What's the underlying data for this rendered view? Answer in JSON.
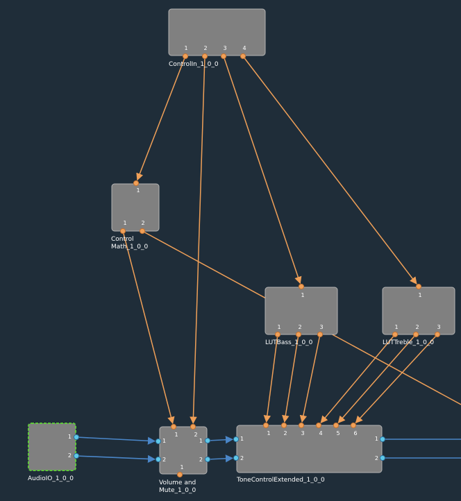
{
  "colors": {
    "background": "#1f2d39",
    "block_fill": "#808080",
    "block_stroke": "#b4b4b4",
    "control_wire": "#f0a058",
    "control_pin": "#f0a058",
    "audio_wire": "#4a86c8",
    "audio_pin": "#5ec8e8",
    "selected_outline": "#5ec83a",
    "label": "#ffffff"
  },
  "blocks": [
    {
      "id": "controlin",
      "label_lines": [
        "ControlIn_1_0_0"
      ],
      "selected": false,
      "pins": [
        {
          "id": "o1",
          "label": "1",
          "type": "control"
        },
        {
          "id": "o2",
          "label": "2",
          "type": "control"
        },
        {
          "id": "o3",
          "label": "3",
          "type": "control"
        },
        {
          "id": "o4",
          "label": "4",
          "type": "control"
        }
      ]
    },
    {
      "id": "controlmath",
      "label_lines": [
        "Control",
        "Math_1_0_0"
      ],
      "selected": false,
      "pins": [
        {
          "id": "i1",
          "label": "1",
          "type": "control"
        },
        {
          "id": "o1",
          "label": "1",
          "type": "control"
        },
        {
          "id": "o2",
          "label": "2",
          "type": "control"
        }
      ]
    },
    {
      "id": "lutbass",
      "label_lines": [
        "LUTBass_1_0_0"
      ],
      "selected": false,
      "pins": [
        {
          "id": "i1",
          "label": "1",
          "type": "control"
        },
        {
          "id": "o1",
          "label": "1",
          "type": "control"
        },
        {
          "id": "o2",
          "label": "2",
          "type": "control"
        },
        {
          "id": "o3",
          "label": "3",
          "type": "control"
        }
      ]
    },
    {
      "id": "luttreble",
      "label_lines": [
        "LUTTreble_1_0_0"
      ],
      "selected": false,
      "pins": [
        {
          "id": "i1",
          "label": "1",
          "type": "control"
        },
        {
          "id": "o1",
          "label": "1",
          "type": "control"
        },
        {
          "id": "o2",
          "label": "2",
          "type": "control"
        },
        {
          "id": "o3",
          "label": "3",
          "type": "control"
        }
      ]
    },
    {
      "id": "audioio",
      "label_lines": [
        "AudioIO_1_0_0"
      ],
      "selected": true,
      "pins": [
        {
          "id": "o1",
          "label": "1",
          "type": "audio"
        },
        {
          "id": "o2",
          "label": "2",
          "type": "audio"
        }
      ]
    },
    {
      "id": "volume",
      "label_lines": [
        "Volume and",
        "Mute_1_0_0"
      ],
      "selected": false,
      "pins": [
        {
          "id": "c1",
          "label": "1",
          "type": "control"
        },
        {
          "id": "c2",
          "label": "2",
          "type": "control"
        },
        {
          "id": "a1",
          "label": "1",
          "type": "audio"
        },
        {
          "id": "a2",
          "label": "2",
          "type": "audio"
        },
        {
          "id": "ao1",
          "label": "1",
          "type": "audio"
        },
        {
          "id": "ao2",
          "label": "2",
          "type": "audio"
        },
        {
          "id": "co1",
          "label": "1",
          "type": "control"
        }
      ]
    },
    {
      "id": "tonecontrol",
      "label_lines": [
        "ToneControlExtended_1_0_0"
      ],
      "selected": false,
      "pins": [
        {
          "id": "c1",
          "label": "1",
          "type": "control"
        },
        {
          "id": "c2",
          "label": "2",
          "type": "control"
        },
        {
          "id": "c3",
          "label": "3",
          "type": "control"
        },
        {
          "id": "c4",
          "label": "4",
          "type": "control"
        },
        {
          "id": "c5",
          "label": "5",
          "type": "control"
        },
        {
          "id": "c6",
          "label": "6",
          "type": "control"
        },
        {
          "id": "a1",
          "label": "1",
          "type": "audio"
        },
        {
          "id": "a2",
          "label": "2",
          "type": "audio"
        },
        {
          "id": "ao1",
          "label": "1",
          "type": "audio"
        },
        {
          "id": "ao2",
          "label": "2",
          "type": "audio"
        }
      ]
    }
  ],
  "connections": [
    {
      "from": "controlin.o1",
      "to": "controlmath.i1",
      "type": "control"
    },
    {
      "from": "controlin.o2",
      "to": "volume.c2",
      "type": "control"
    },
    {
      "from": "controlin.o3",
      "to": "lutbass.i1",
      "type": "control"
    },
    {
      "from": "controlin.o4",
      "to": "luttreble.i1",
      "type": "control"
    },
    {
      "from": "controlmath.o1",
      "to": "volume.c1",
      "type": "control"
    },
    {
      "from": "controlmath.o2",
      "to": "offscreen-right-1",
      "type": "control"
    },
    {
      "from": "lutbass.o1",
      "to": "tonecontrol.c1",
      "type": "control"
    },
    {
      "from": "lutbass.o2",
      "to": "tonecontrol.c2",
      "type": "control"
    },
    {
      "from": "lutbass.o3",
      "to": "tonecontrol.c3",
      "type": "control"
    },
    {
      "from": "luttreble.o1",
      "to": "tonecontrol.c4",
      "type": "control"
    },
    {
      "from": "luttreble.o2",
      "to": "tonecontrol.c5",
      "type": "control"
    },
    {
      "from": "luttreble.o3",
      "to": "tonecontrol.c6",
      "type": "control"
    },
    {
      "from": "audioio.o1",
      "to": "volume.a1",
      "type": "audio"
    },
    {
      "from": "audioio.o2",
      "to": "volume.a2",
      "type": "audio"
    },
    {
      "from": "volume.ao1",
      "to": "tonecontrol.a1",
      "type": "audio"
    },
    {
      "from": "volume.ao2",
      "to": "tonecontrol.a2",
      "type": "audio"
    },
    {
      "from": "tonecontrol.ao1",
      "to": "offscreen-right-2",
      "type": "audio"
    },
    {
      "from": "tonecontrol.ao2",
      "to": "offscreen-right-3",
      "type": "audio"
    }
  ]
}
